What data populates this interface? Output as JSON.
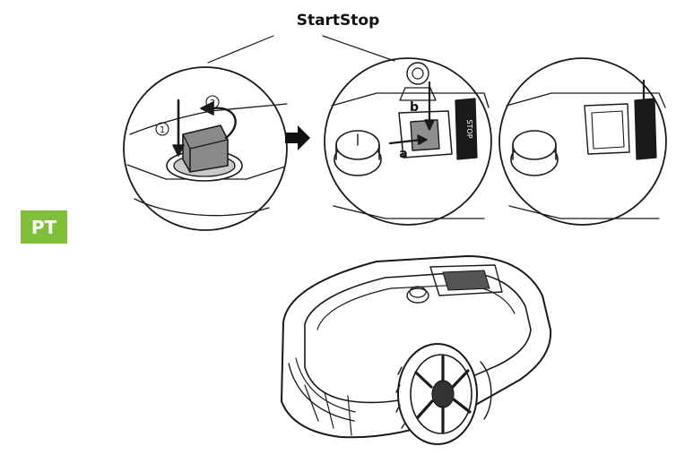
{
  "header": {
    "title": "StartStop"
  },
  "language_badge": {
    "label": "PT",
    "color": "#7fbf3a"
  },
  "steps": {
    "step1": "1",
    "step2": "2"
  },
  "detail_labels": {
    "a": "a",
    "b": "b"
  },
  "button_marking": "STOP",
  "icons": {
    "arrow": "right-arrow-icon"
  }
}
